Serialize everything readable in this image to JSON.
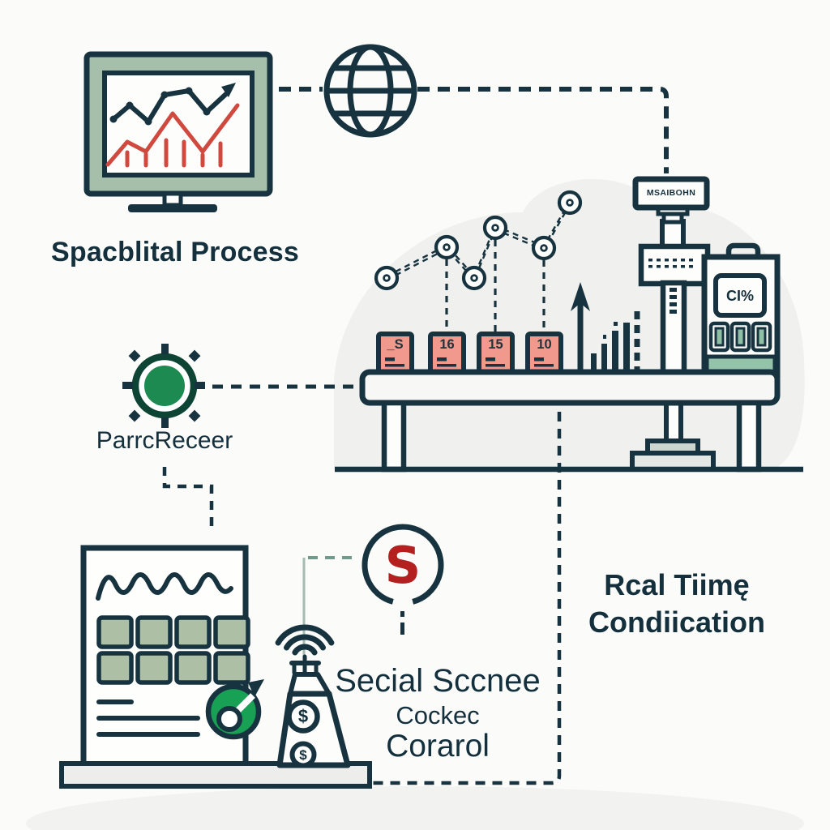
{
  "palette": {
    "ink": "#17333f",
    "text": "#14303d",
    "red": "#d0493f",
    "red_letter": "#b3201f",
    "sage": "#a6bfab",
    "pink": "#f0998c",
    "green": "#1d8a52",
    "green_dark": "#0e4434",
    "doc_green": "#adc0a6",
    "strip_green": "#94c3aa",
    "blob": "#f0f0ee",
    "platform": "#ededec"
  },
  "monitor": {
    "caption": "Spacblital Process"
  },
  "receiver": {
    "caption": "ParrcReceer"
  },
  "station": {
    "boxes": [
      {
        "label": "_S"
      },
      {
        "label": "16"
      },
      {
        "label": "15"
      },
      {
        "label": "10"
      }
    ],
    "machine": {
      "sign": "MSAIBOHN",
      "display": "CI%"
    }
  },
  "beacon": {
    "badge_top": "$",
    "badge_bottom": "$"
  },
  "signal": {
    "letter": "S"
  },
  "quality": {
    "line1": "Secial Sccnee",
    "line2": "Cockec",
    "line3": "Corarol"
  },
  "realtime": {
    "line1": "Rcal Tiimę",
    "line2": "Condiication"
  },
  "icons": {
    "monitor": "monitor-chart-icon",
    "globe": "globe-icon",
    "receiver": "sun-receiver-icon",
    "arrow_up": "up-arrow-icon",
    "wifi": "wifi-signal-icon",
    "gauge": "gauge-stamp-icon",
    "dollar": "dollar-badge-icon",
    "s_circle": "s-signal-icon"
  }
}
